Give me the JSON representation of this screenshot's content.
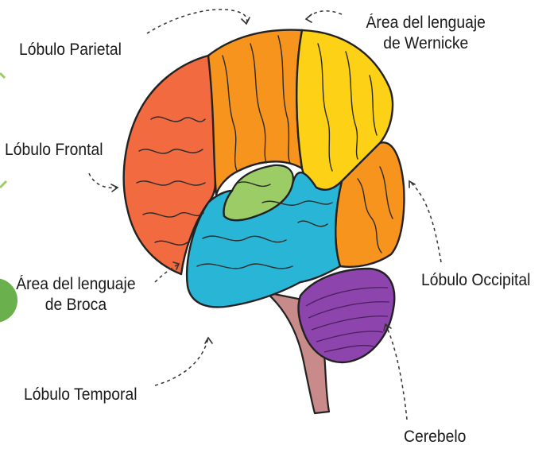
{
  "labels": {
    "parietal": "Lóbulo Parietal",
    "wernicke_line1": "Área del lenguaje",
    "wernicke_line2": "de Wernicke",
    "frontal": "Lóbulo Frontal",
    "broca_line1": "Área del lenguaje",
    "broca_line2": "de Broca",
    "occipital": "Lóbulo Occipital",
    "temporal": "Lóbulo Temporal",
    "cerebelo": "Cerebelo"
  },
  "colors": {
    "frontal": "#f26a3f",
    "parietal": "#f7941d",
    "wernicke": "#fcd116",
    "occipital": "#f7941d",
    "broca": "#9ccc65",
    "temporal": "#29b6d6",
    "cerebellum": "#8e44ad",
    "brainstem": "#c98a8a",
    "outline": "#222222",
    "accent_green": "#6ab04c"
  }
}
